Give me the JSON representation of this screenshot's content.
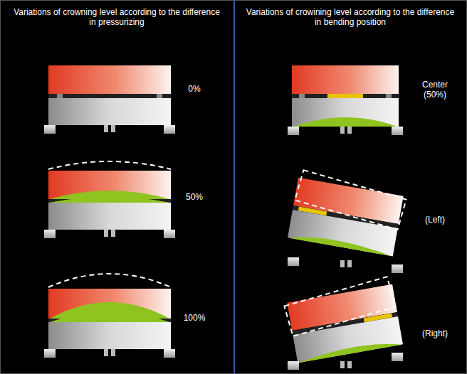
{
  "diagram": {
    "labels": [
      "Variations of crowning level according to the difference in pressurizing",
      "0%",
      "50%",
      "100%",
      "Variations of crowining level according to the difference in bending position",
      "Center (50%)",
      "(Left)",
      "(Right)"
    ]
  }
}
